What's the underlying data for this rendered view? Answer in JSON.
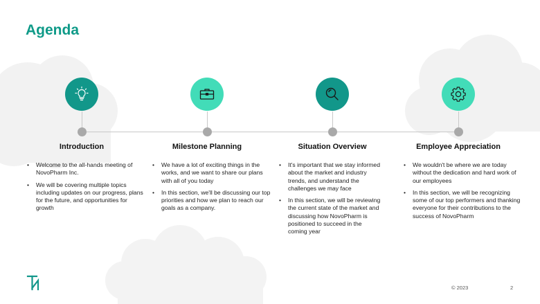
{
  "slide": {
    "title": "Agenda",
    "footer": {
      "copyright": "© 2023",
      "page_number": "2"
    },
    "colors": {
      "accent_dark": "#12978a",
      "accent_light": "#42dcb8",
      "title": "#0e9a88",
      "timeline": "#c8c8c8",
      "dot": "#a9a9a9"
    }
  },
  "sections": [
    {
      "title": "Introduction",
      "icon": "lightbulb-icon",
      "bullets": [
        "Welcome to the all-hands meeting of NovoPharm Inc.",
        "We will be covering multiple topics including updates on our progress, plans for the future, and opportunities for growth"
      ]
    },
    {
      "title": "Milestone Planning",
      "icon": "briefcase-icon",
      "bullets": [
        "We have a lot of exciting things in the works, and we want to share our plans with all of you today",
        "In this section, we'll be discussing our top priorities and how we plan to reach our goals as a company."
      ]
    },
    {
      "title": "Situation Overview",
      "icon": "magnifier-icon",
      "bullets": [
        "It's important that we stay informed about the market and industry trends, and understand the challenges we may face",
        "In this section, we will be reviewing the current state of the market and discussing how NovoPharm is positioned to succeed in the coming year"
      ]
    },
    {
      "title": "Employee Appreciation",
      "icon": "gear-icon",
      "bullets": [
        "We wouldn't be where we are today without the dedication and hard work of our employees",
        "In this section, we will be recognizing some of our top performers and thanking everyone for their contributions to the success of NovoPharm"
      ]
    }
  ]
}
